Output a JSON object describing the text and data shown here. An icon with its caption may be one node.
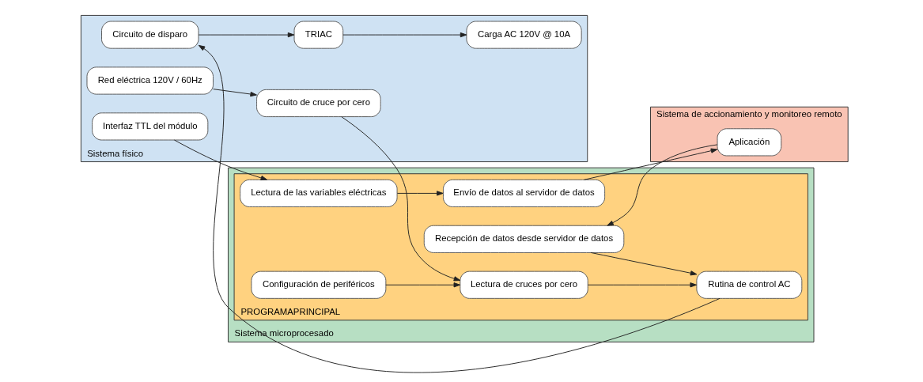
{
  "diagram": {
    "nodes": [
      {
        "text": [
          "Sistema físico"
        ]
      },
      {
        "text": [
          "Red eléctrica 120V / 60Hz"
        ],
        "in": 0
      },
      {
        "text": [
          "Circuito de cruce por cero"
        ],
        "in": 0
      },
      {
        "text": [
          "Carga AC 120V @ 10A"
        ],
        "in": 0
      },
      {
        "text": [
          "TRIAC"
        ],
        "in": 0
      },
      {
        "text": [
          "Circuito de disparo"
        ],
        "in": 0
      },
      {
        "text": [
          "Interfaz TTL del módulo"
        ],
        "in": 0
      },
      {
        "text": [
          "Sistema microprocesado"
        ]
      },
      {
        "text": [
          "PROGRAMAPRINCIPAL"
        ],
        "in": 7
      },
      {
        "text": [
          "Configuración de periféricos"
        ],
        "in": 8
      },
      {
        "text": [
          "Lectura de cruces por cero"
        ],
        "in": 8
      },
      {
        "text": [
          "Rutina de control AC"
        ],
        "in": 8
      },
      {
        "text": [
          "Lectura de las variables eléctricas"
        ],
        "in": 8
      },
      {
        "text": [
          "Envío de datos al servidor de datos"
        ],
        "in": 8
      },
      {
        "text": [
          "Recepción de datos desde servidor de datos"
        ],
        "in": 8
      },
      {
        "text": [
          "Sistema de accionamiento y monitoreo remoto"
        ]
      },
      {
        "text": [
          "Aplicación"
        ],
        "in": 15
      }
    ],
    "edges": [
      {
        "from": 1,
        "to": 2,
        "arrow": "to"
      },
      {
        "from": 2,
        "to": 10,
        "arrow": "to"
      },
      {
        "from": 9,
        "to": 10,
        "arrow": "to"
      },
      {
        "from": 10,
        "to": 11,
        "arrow": "to"
      },
      {
        "from": 11,
        "to": 5,
        "arrow": "to"
      },
      {
        "from": 5,
        "to": 4,
        "arrow": "to"
      },
      {
        "from": 4,
        "to": 3,
        "arrow": "to"
      },
      {
        "from": 6,
        "to": 12,
        "arrow": "to"
      },
      {
        "from": 12,
        "to": 13,
        "arrow": "to"
      },
      {
        "from": 13,
        "to": 16,
        "arrow": "to"
      },
      {
        "from": 16,
        "to": 14,
        "arrow": "to"
      },
      {
        "from": 14,
        "to": 11,
        "arrow": "to"
      }
    ]
  }
}
